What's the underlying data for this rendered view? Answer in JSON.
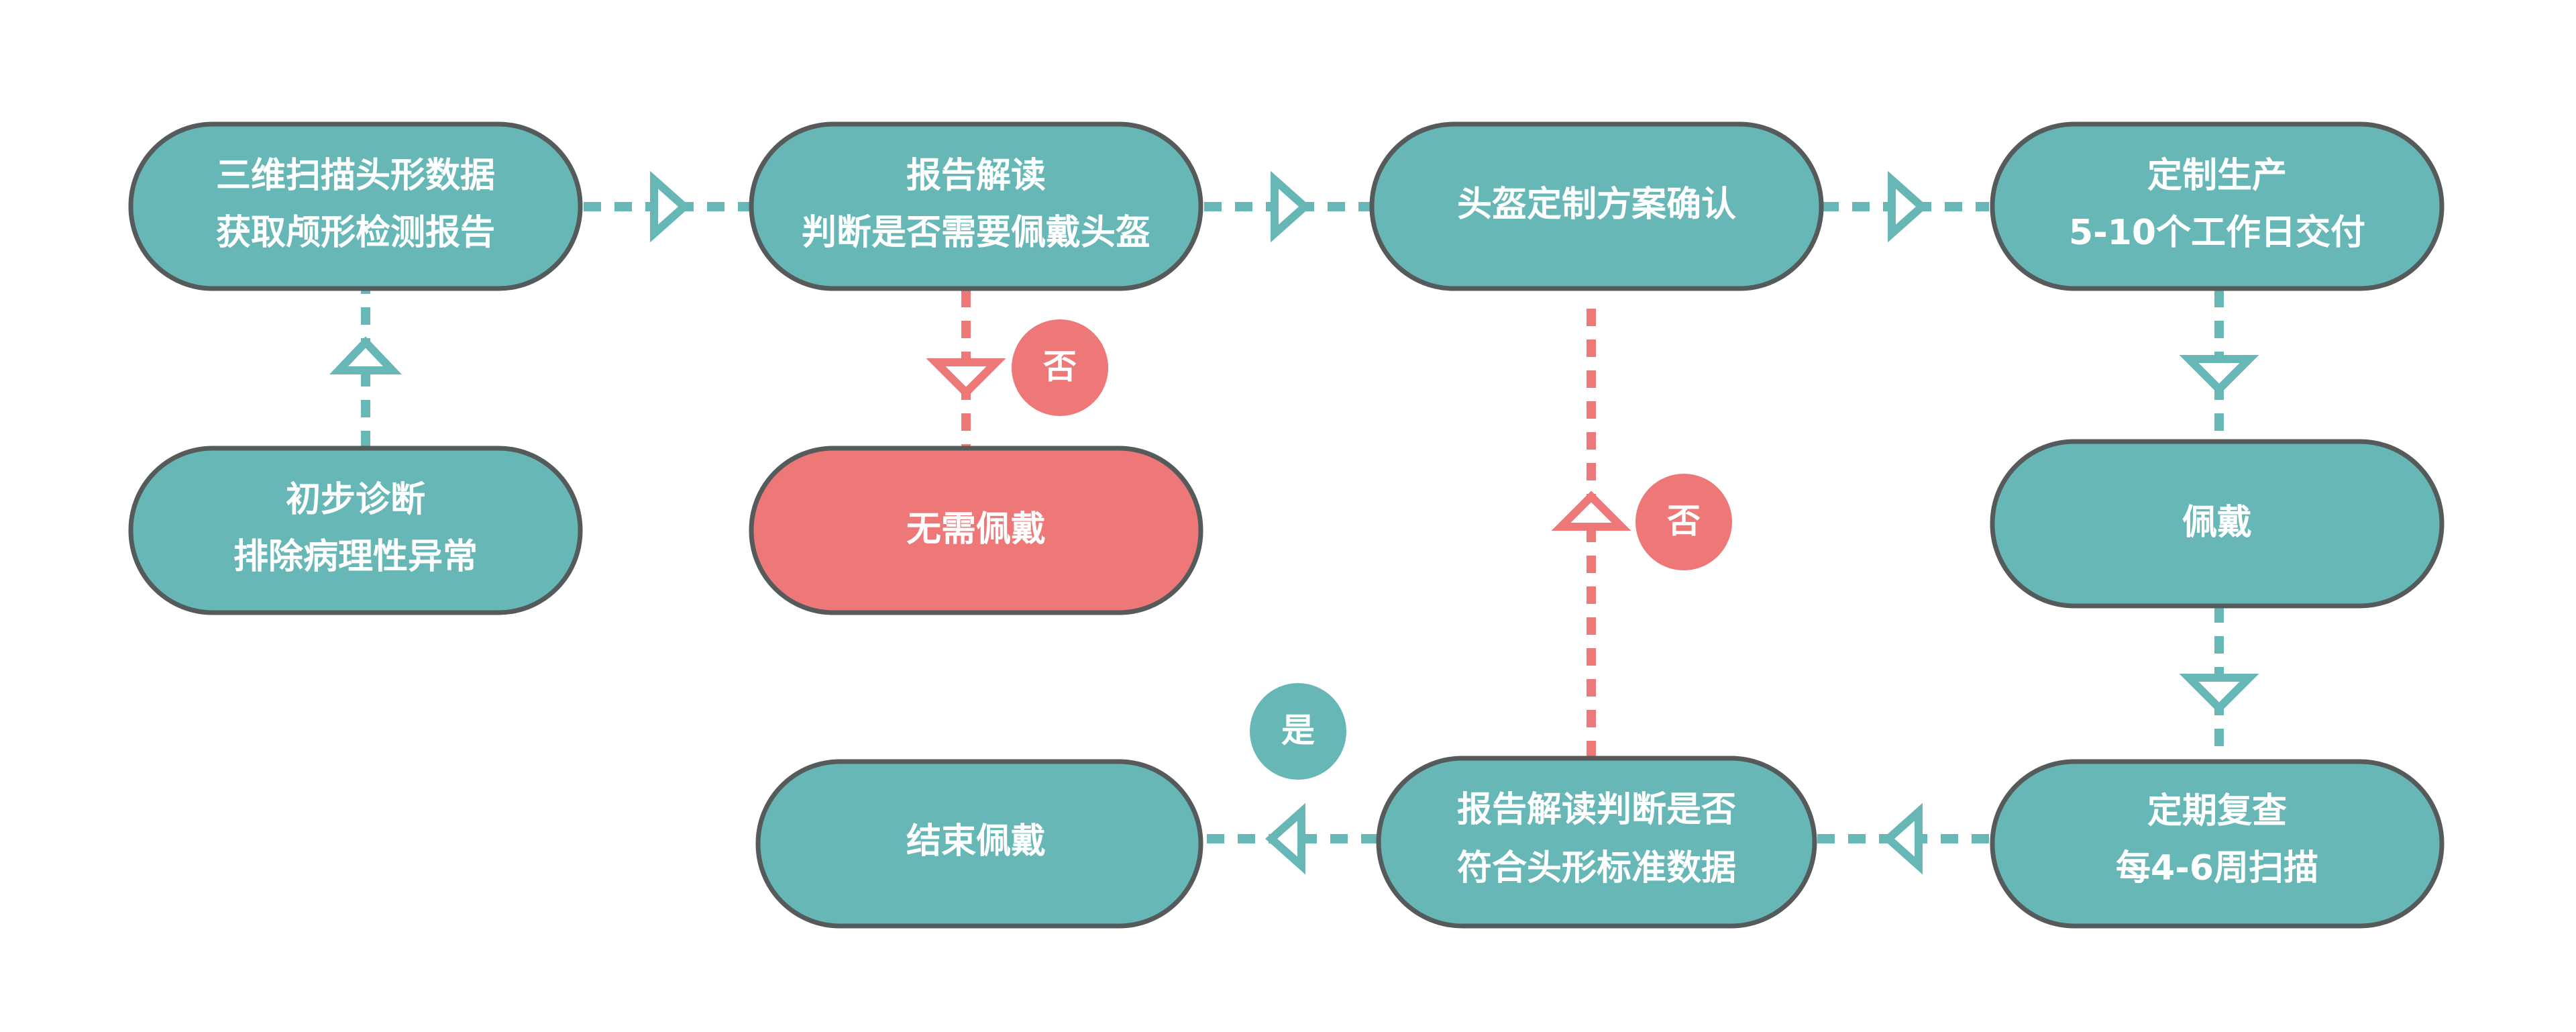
{
  "colors": {
    "node_fill": "#67b7b7",
    "node_alert_fill": "#ee7878",
    "node_border": "#555a5a",
    "edge_normal": "#67b7b7",
    "edge_negative": "#ee7878",
    "badge_negative": "#ee7878",
    "badge_positive": "#67b7b7"
  },
  "nodes": {
    "scan": {
      "line1": "三维扫描头形数据",
      "line2": "获取颅形检测报告"
    },
    "diagnose": {
      "line1": "初步诊断",
      "line2": "排除病理性异常"
    },
    "interpret": {
      "line1": "报告解读",
      "line2": "判断是否需要佩戴头盔"
    },
    "no_need": {
      "line1": "无需佩戴"
    },
    "confirm_plan": {
      "line1": "头盔定制方案确认"
    },
    "produce": {
      "line1": "定制生产",
      "line2": "5-10个工作日交付"
    },
    "wear": {
      "line1": "佩戴"
    },
    "recheck": {
      "line1": "定期复查",
      "line2": "每4-6周扫描"
    },
    "evaluate": {
      "line1": "报告解读判断是否",
      "line2": "符合头形标准数据"
    },
    "end": {
      "line1": "结束佩戴"
    }
  },
  "badges": {
    "no_1": "否",
    "no_2": "否",
    "yes_1": "是"
  }
}
